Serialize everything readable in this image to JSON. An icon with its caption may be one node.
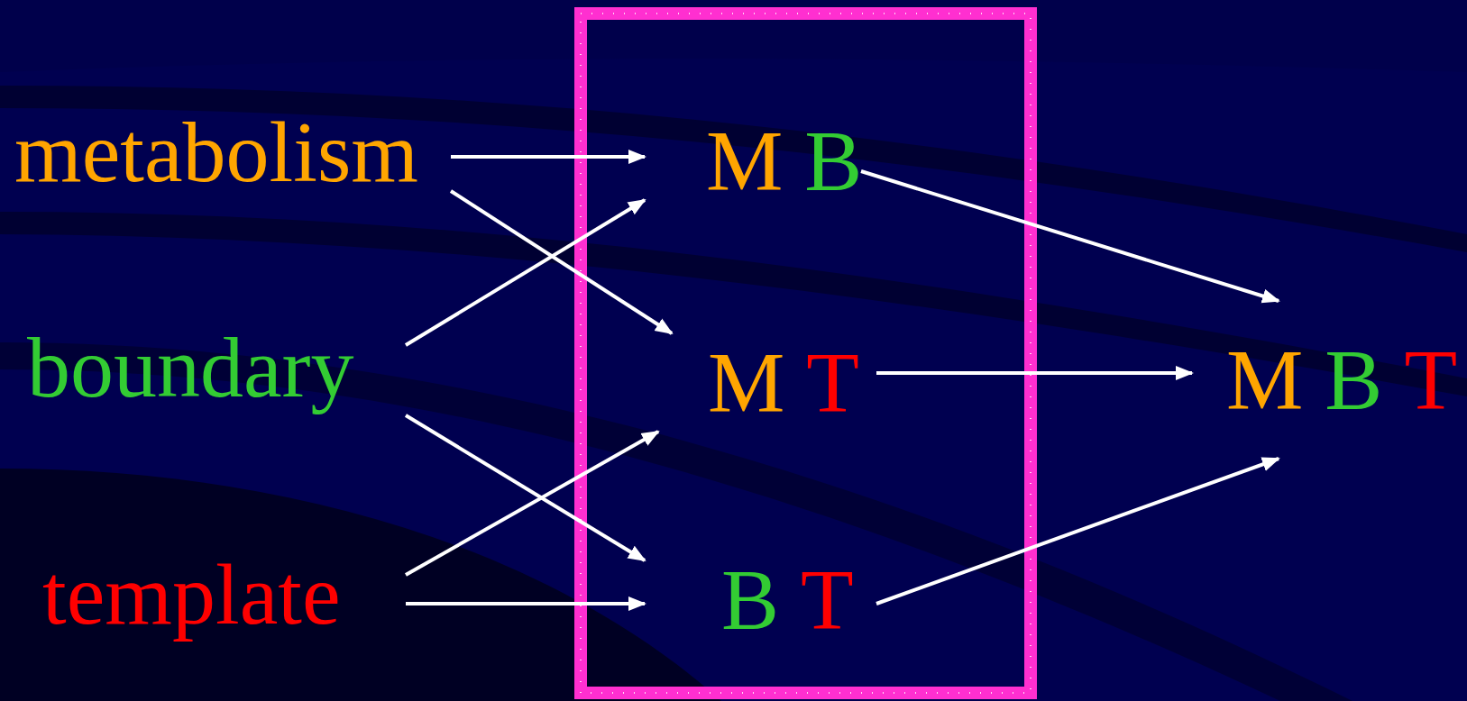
{
  "diagram": {
    "nodes": [
      {
        "text": [
          "metabolism"
        ]
      },
      {
        "text": [
          "boundary"
        ]
      },
      {
        "text": [
          "template"
        ]
      },
      {
        "text": [],
        "shape": "box"
      },
      {
        "text": [
          "M",
          "B"
        ],
        "in": 3
      },
      {
        "text": [
          "M",
          "T"
        ],
        "in": 3
      },
      {
        "text": [
          "B",
          "T"
        ],
        "in": 3
      },
      {
        "text": [
          "M",
          "B",
          "T"
        ]
      }
    ],
    "edges": [
      {
        "from": 0,
        "to": 4,
        "arrow": "to"
      },
      {
        "from": 0,
        "to": 5,
        "arrow": "to"
      },
      {
        "from": 1,
        "to": 4,
        "arrow": "to"
      },
      {
        "from": 1,
        "to": 6,
        "arrow": "to"
      },
      {
        "from": 2,
        "to": 5,
        "arrow": "to"
      },
      {
        "from": 2,
        "to": 6,
        "arrow": "to"
      },
      {
        "from": 4,
        "to": 7,
        "arrow": "to"
      },
      {
        "from": 5,
        "to": 7,
        "arrow": "to"
      },
      {
        "from": 6,
        "to": 7,
        "arrow": "to"
      }
    ]
  }
}
